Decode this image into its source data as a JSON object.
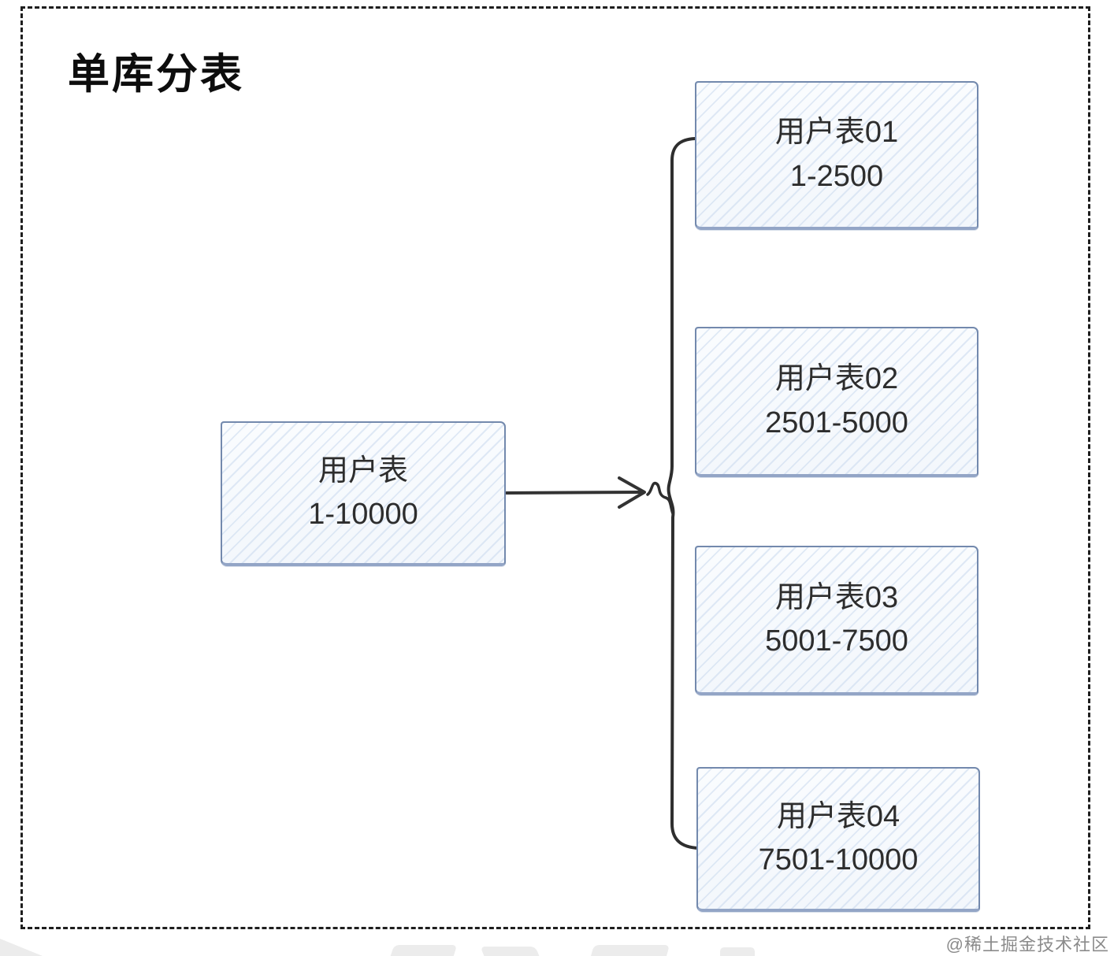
{
  "title": "单库分表",
  "source_table": {
    "name": "用户表",
    "range": "1-10000"
  },
  "shards": [
    {
      "name": "用户表01",
      "range": "1-2500"
    },
    {
      "name": "用户表02",
      "range": "2501-5000"
    },
    {
      "name": "用户表03",
      "range": "5001-7500"
    },
    {
      "name": "用户表04",
      "range": "7501-10000"
    }
  ],
  "watermark": "@稀土掘金技术社区",
  "colors": {
    "node_border": "#7389ad",
    "node_fill": "#f6f9fc",
    "hatch": "#dde7f3",
    "arrow": "#333333",
    "dashed_border": "#1e1e1e",
    "title_text": "#0d0d0d",
    "node_text": "#2d2d2d",
    "watermark_text": "#8b8b8b"
  }
}
